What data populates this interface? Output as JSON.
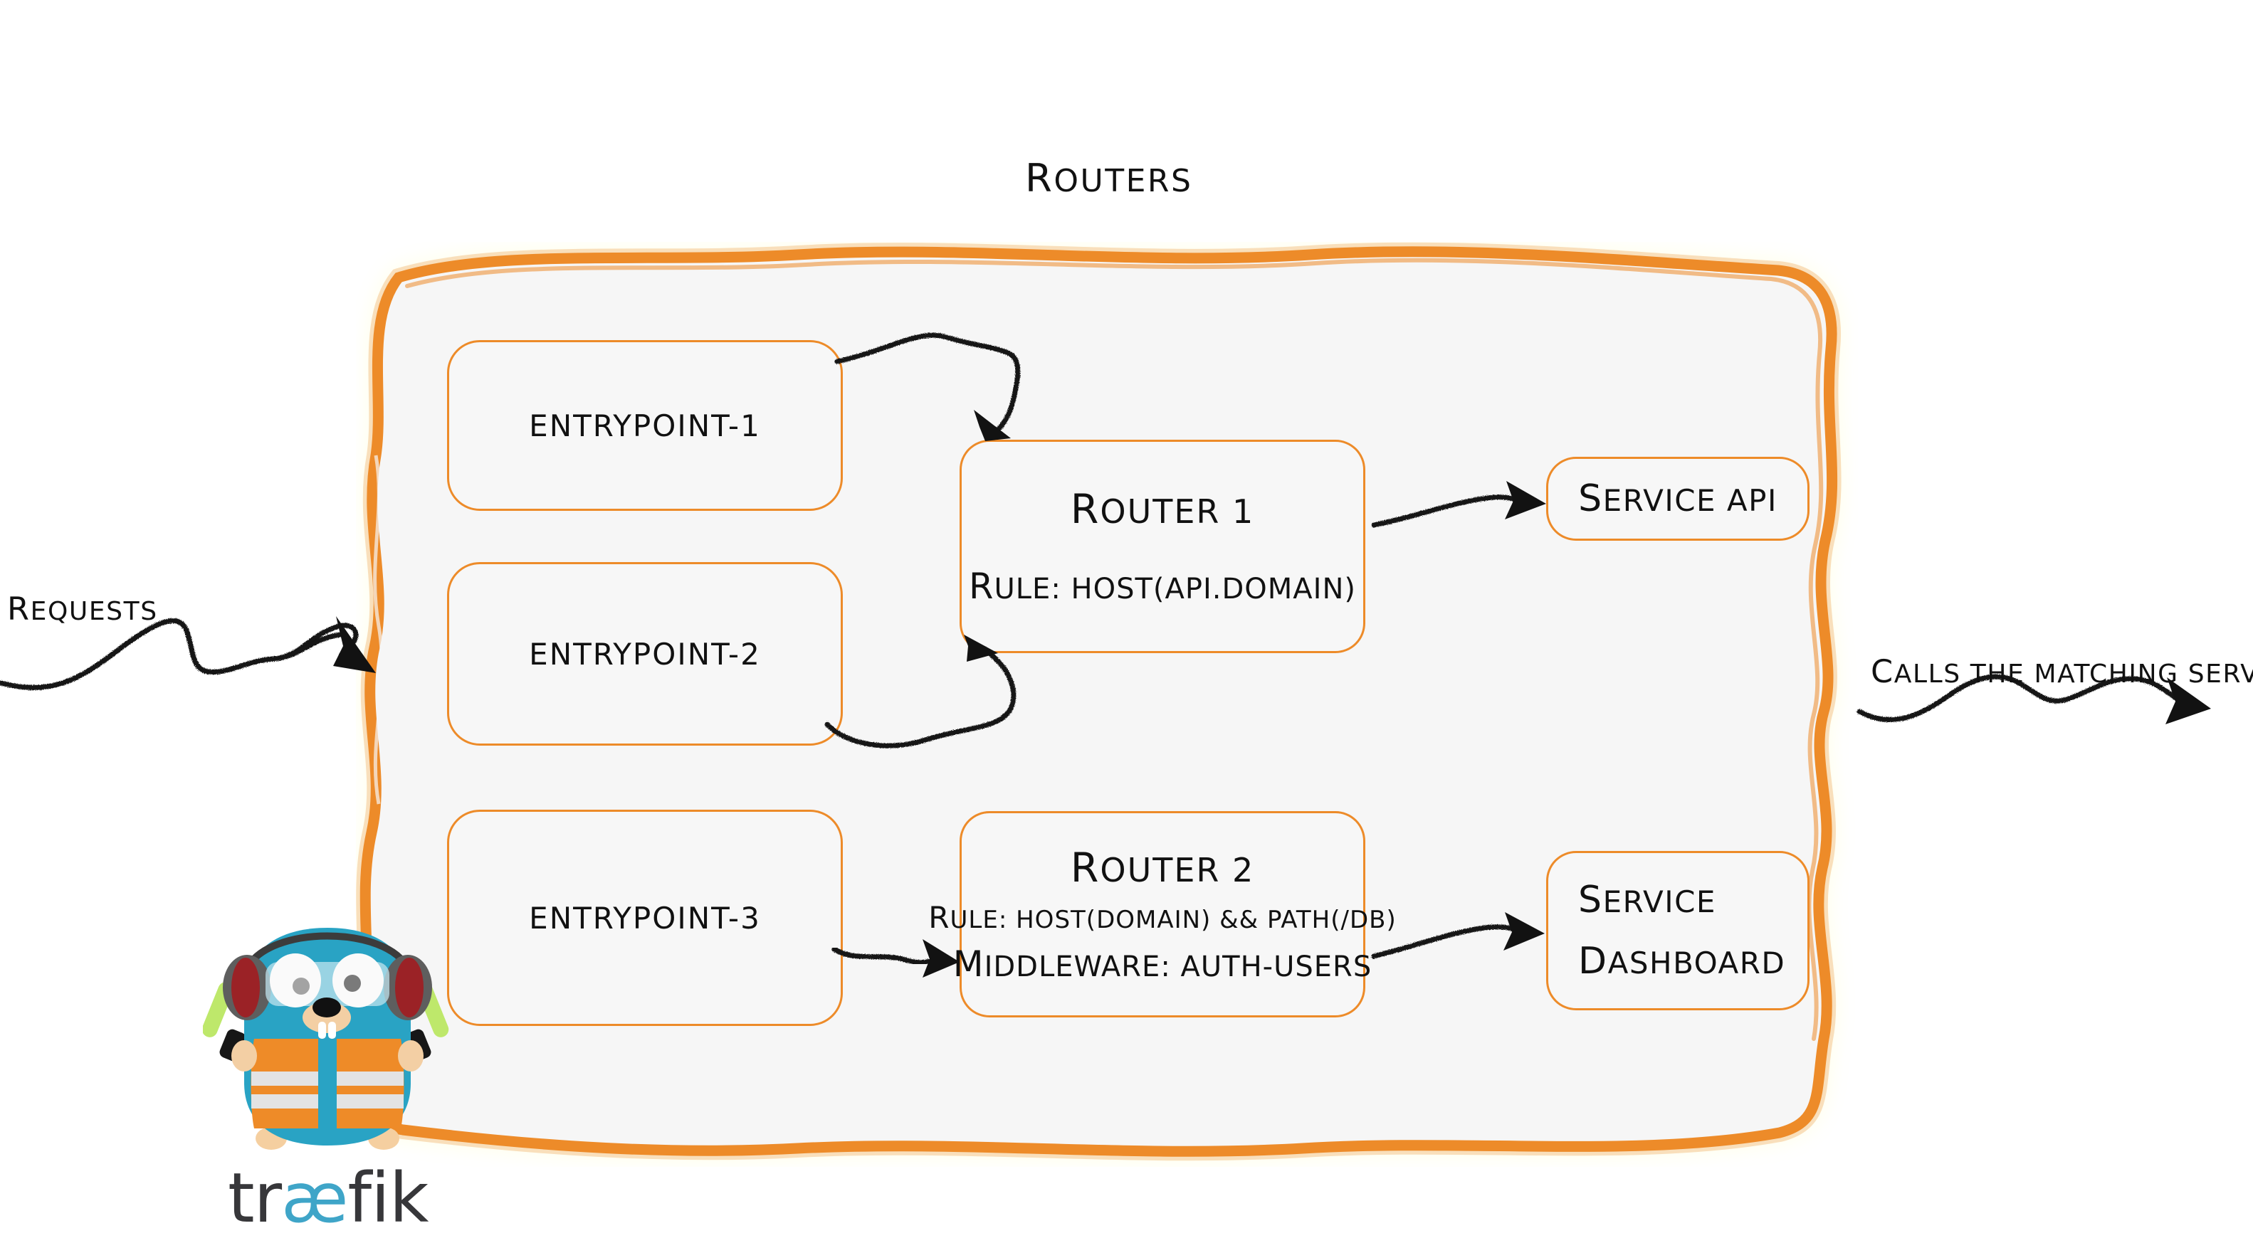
{
  "diagram": {
    "title": "Routers",
    "colors": {
      "accent_orange": "#ED8B29",
      "panel_fill": "#F6F6F6",
      "ink": "#111111",
      "logo_blue": "#3FA5C8",
      "logo_dark": "#37373A"
    }
  },
  "captions": {
    "left": "Requests",
    "right": "Calls the matching server"
  },
  "entrypoints": [
    {
      "label": "entrypoint-1"
    },
    {
      "label": "entrypoint-2"
    },
    {
      "label": "entrypoint-3"
    }
  ],
  "routers": [
    {
      "name": "Router 1",
      "lines": [
        {
          "text": "rule: Host(api.domain)",
          "size": "normal"
        }
      ]
    },
    {
      "name": "Router 2",
      "lines": [
        {
          "text": "rule: Host(domain) && Path(/db)",
          "size": "small"
        },
        {
          "text": "Middleware: auth-users",
          "size": "normal"
        }
      ]
    }
  ],
  "services": [
    {
      "lines": [
        "Service API"
      ]
    },
    {
      "lines": [
        "Service",
        "Dashboard"
      ]
    }
  ],
  "logo": {
    "wordmark_a": "tr",
    "wordmark_ae": "æ",
    "wordmark_b": "fik",
    "alt": "traefik-gopher-mascot"
  }
}
